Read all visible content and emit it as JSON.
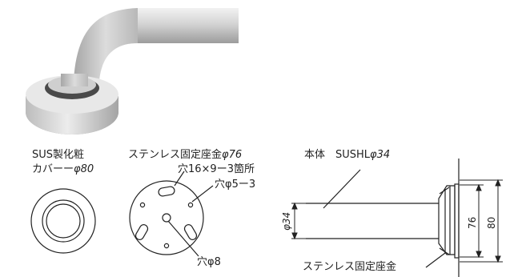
{
  "labels": {
    "cover_line1": "SUS製化粧",
    "cover_line2": "カバー",
    "cover_dia": "φ80",
    "plate_title": "ステンレス固定座金",
    "plate_dia": "φ76",
    "plate_hole_slot": "穴16×9ー3箇所",
    "plate_hole_small": "穴φ5ー3",
    "plate_hole_center": "穴φ8",
    "body_label": "本体　SUSHL",
    "body_dia": "φ34",
    "dim_pipe": "φ34",
    "dim_76": "76",
    "dim_80": "80",
    "plate_bottom_label": "ステンレス固定座金"
  },
  "colors": {
    "line": "#222222",
    "metal_light": "#e6e6e6",
    "metal_mid": "#bdbdbd",
    "metal_dark": "#8c8c8c"
  }
}
